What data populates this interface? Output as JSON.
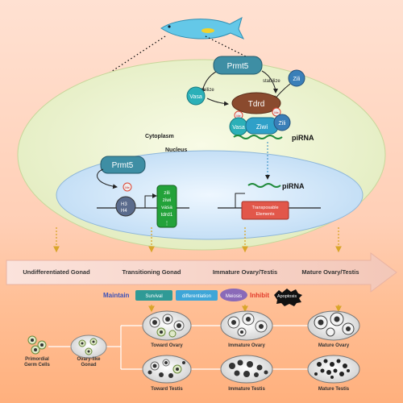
{
  "colors": {
    "bg_top": "#ffe1d2",
    "bg_bottom": "#ffb07d",
    "cell": "#ecf3cf",
    "nucleus": "#d9ecff",
    "prmt5": "#3e8ea4",
    "tdrd": "#8a4a2e",
    "vasa": "#2bb0b8",
    "ziwi": "#2fa0c8",
    "zili": "#3a7fb8",
    "green_gene": "#23a23a",
    "arrow_band": "#f6ccc0",
    "survival": "#2f9a96",
    "differentiation": "#3ea6d8",
    "meiosis": "#8a6ab8",
    "apoptosis": "#111111",
    "maintain": "#3b50b8",
    "inhibit": "#e23a2a"
  },
  "cytoplasm": {
    "label": "Cytoplasm",
    "prmt5": "Prmt5",
    "stabilize_left": "stabilize",
    "stabilize_right": "stabilize",
    "vasa_top": "Vasa",
    "zili_top": "Zili",
    "tdrd": "Tdrd",
    "me_left": "Me",
    "me_right": "Me",
    "vasa": "Vasa",
    "ziwi": "Ziwi",
    "zili": "Zili",
    "pirna": "piRNA"
  },
  "nucleus": {
    "label": "Nucleus",
    "prmt5": "Prmt5",
    "me": "Me",
    "histone_1": "H3",
    "histone_2": "H4",
    "genes": [
      "zili",
      "ziwi",
      "vasa",
      "tdrd1"
    ],
    "ellipsis": "⋮",
    "pirna": "piRNA",
    "te_line1": "Transposable",
    "te_line2": "Elements"
  },
  "stages": [
    "Undifferentiated Gonad",
    "Transitioning Gonad",
    "Immature Ovary/Testis",
    "Mature Ovary/Testis"
  ],
  "legend": {
    "maintain": "Maintain",
    "survival": "Survival",
    "differentiation": "differentiation",
    "meiosis": "Meiosis",
    "inhibit": "Inhibit",
    "apoptosis": "Apoptosis"
  },
  "gonads": {
    "primordial_line1": "Primordial",
    "primordial_line2": "Germ Cells",
    "ovary_like_line1": "Ovary-like",
    "ovary_like_line2": "Gonad",
    "toward_ovary": "Toward Ovary",
    "immature_ovary": "Immature Ovary",
    "mature_ovary": "Mature Ovary",
    "toward_testis": "Toward Testis",
    "immature_testis": "Immature Testis",
    "mature_testis": "Mature Testis"
  }
}
